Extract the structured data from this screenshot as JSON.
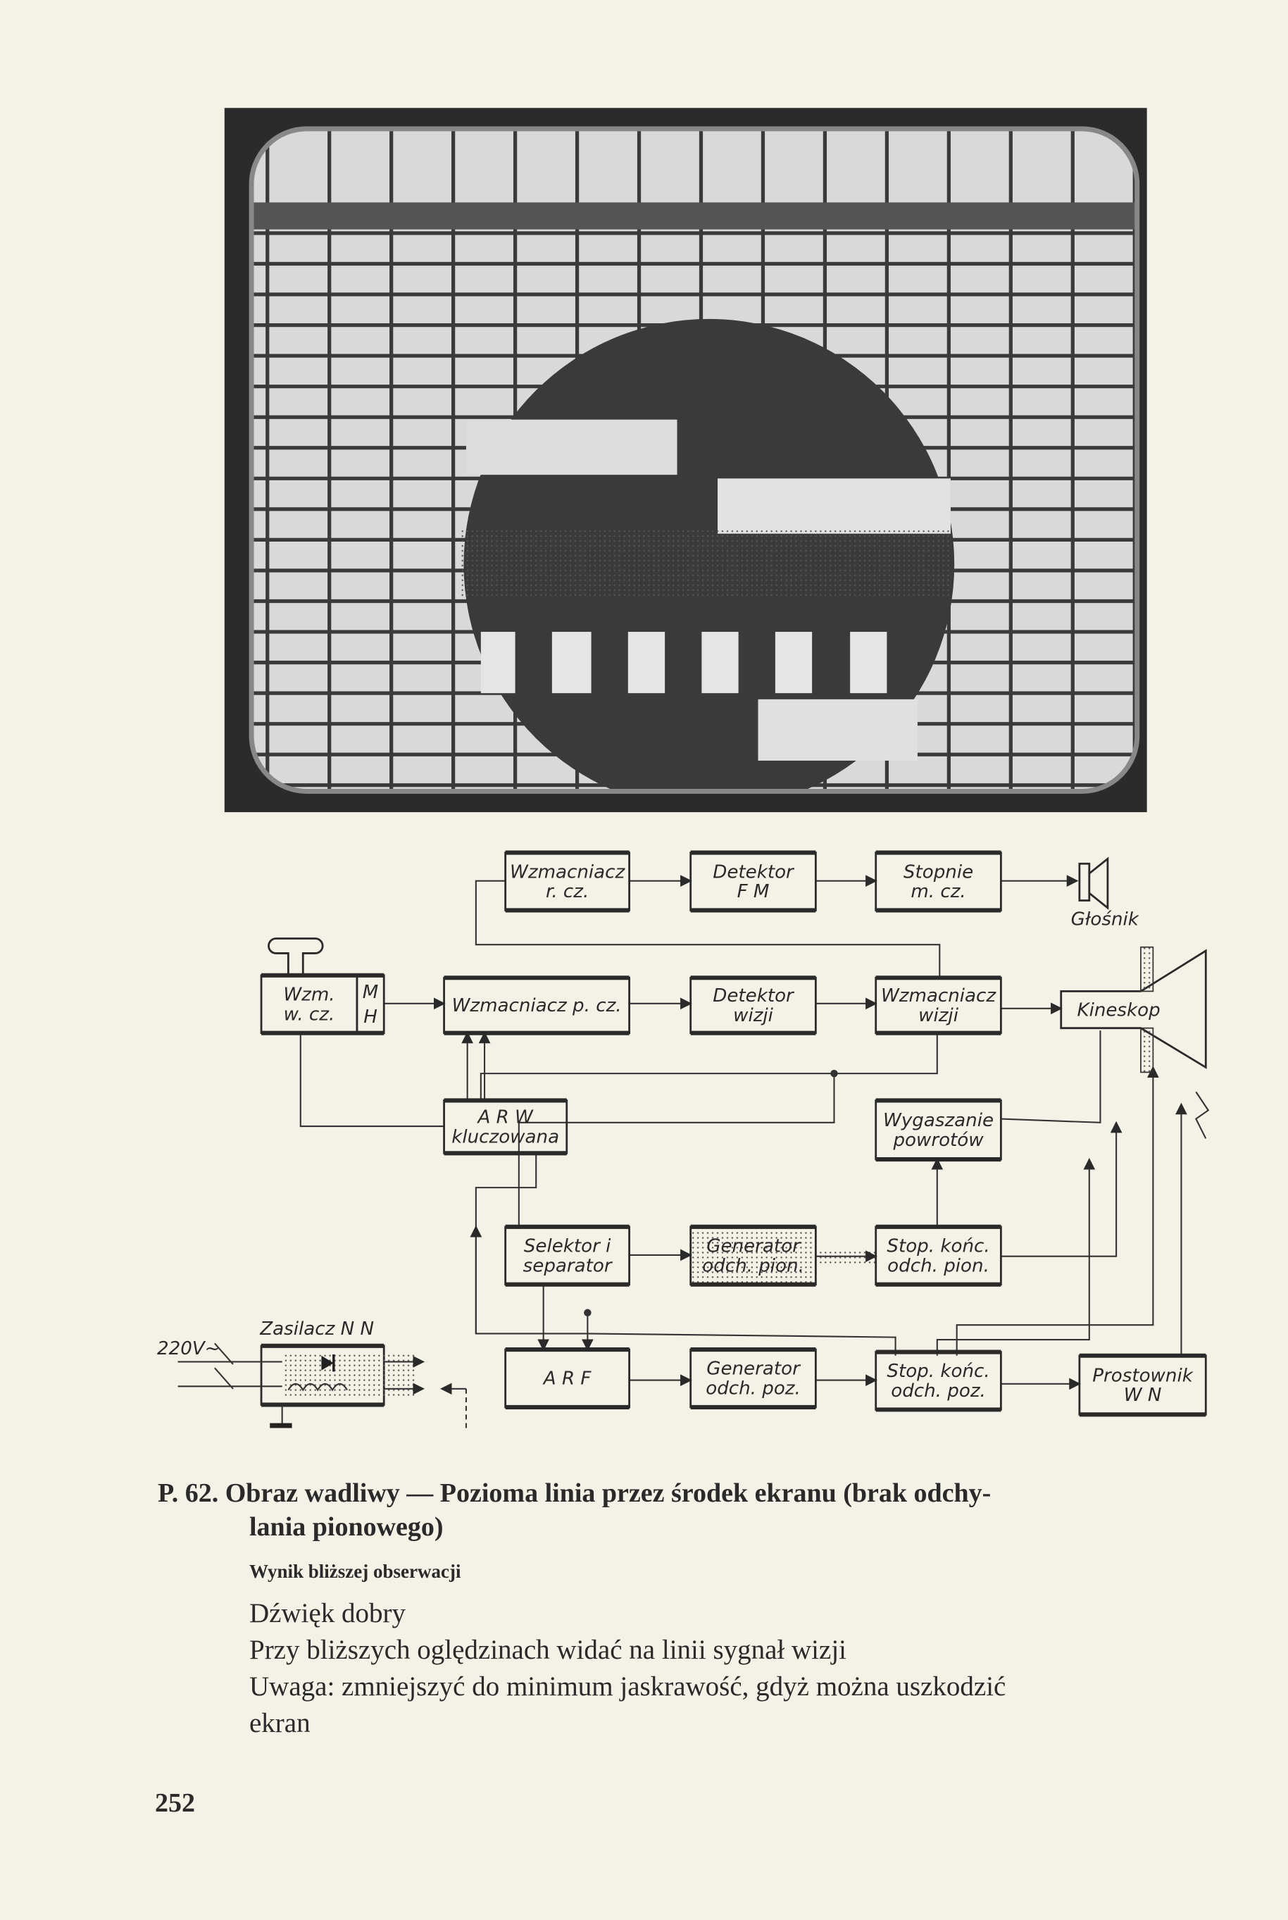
{
  "diagram": {
    "wzm_rcz": [
      "Wzmacniacz",
      "r. cz."
    ],
    "det_fm": [
      "Detektor",
      "F M"
    ],
    "stopnie_mcz": [
      "Stopnie",
      "m. cz."
    ],
    "glosnik": "Głośnik",
    "wzm_wcz": [
      "Wzm.",
      "w. cz."
    ],
    "mh": [
      "M",
      "H"
    ],
    "wzm_pcz": "Wzmacniacz p. cz.",
    "det_wizji": [
      "Detektor",
      "wizji"
    ],
    "wzm_wizji": [
      "Wzmacniacz",
      "wizji"
    ],
    "kineskop": "Kineskop",
    "arw": [
      "A R W",
      "kluczowana"
    ],
    "wygaszanie": [
      "Wygaszanie",
      "powrotów"
    ],
    "selektor": [
      "Selektor i",
      "separator"
    ],
    "gen_pion": [
      "Generator",
      "odch. pion."
    ],
    "stop_pion": [
      "Stop. końc.",
      "odch. pion."
    ],
    "zasilacz": "Zasilacz N N",
    "voltage": "220V~",
    "arf": "A R F",
    "gen_poz": [
      "Generator",
      "odch. poz."
    ],
    "stop_poz": [
      "Stop. końc.",
      "odch. poz."
    ],
    "prostownik": [
      "Prostownik",
      "W N"
    ]
  },
  "caption": {
    "number": "P. 62.",
    "title_line1": "Obraz wadliwy — Pozioma linia przez środek ekranu (brak odchy-",
    "title_line2": "lania pionowego)",
    "subheading": "Wynik bliższej obserwacji",
    "lines": [
      "Dźwięk dobry",
      "Przy bliższych oględzinach widać na linii sygnał wizji",
      "Uwaga: zmniejszyć do minimum jaskrawość, gdyż można uszkodzić",
      "ekran"
    ]
  },
  "page_number": "252"
}
